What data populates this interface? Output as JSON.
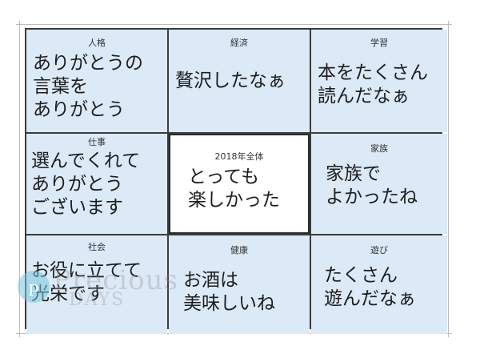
{
  "cells": [
    {
      "category": "人格",
      "message": "ありがとうの\n言葉を\nありがとう"
    },
    {
      "category": "経済",
      "message": "贅沢したなぁ"
    },
    {
      "category": "学習",
      "message": "本をたくさん\n読んだなぁ"
    },
    {
      "category": "仕事",
      "message": "選んでくれて\nありがとう\nございます"
    },
    {
      "category": "2018年全体",
      "message": "とっても\n楽しかった"
    },
    {
      "category": "家族",
      "message": "家族で\nよかったね"
    },
    {
      "category": "社会",
      "message": "お役に立てて\n光栄です"
    },
    {
      "category": "健康",
      "message": "お酒は\n美味しいね"
    },
    {
      "category": "遊び",
      "message": "たくさん\n遊んだなぁ"
    }
  ],
  "watermark": {
    "initial": "p",
    "line1": "Precious",
    "line2": "DAYS"
  },
  "colors": {
    "cell_bg": "#dce9f7",
    "center_bg": "#ffffff",
    "border": "#3c3c3c"
  }
}
